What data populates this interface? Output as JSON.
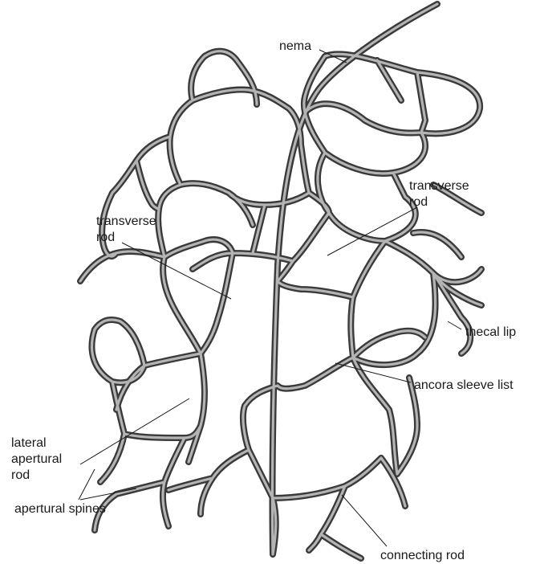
{
  "labels": {
    "nema": "nema",
    "transverse_rod_right": [
      "transverse",
      "rod"
    ],
    "transverse_rod_left": [
      "transverse",
      "rod"
    ],
    "thecal_lip": "thecal lip",
    "ancora_sleeve_list": "ancora sleeve list",
    "lateral_apertural_rod": [
      "lateral",
      "apertural",
      "rod"
    ],
    "apertural_spines": "apertural spines",
    "connecting_rod": "connecting rod"
  },
  "colors": {
    "rod_outline": "#3a3a3a",
    "rod_fill": "#b4b4b4",
    "label_text": "#1a1a1a",
    "background": "#ffffff"
  }
}
